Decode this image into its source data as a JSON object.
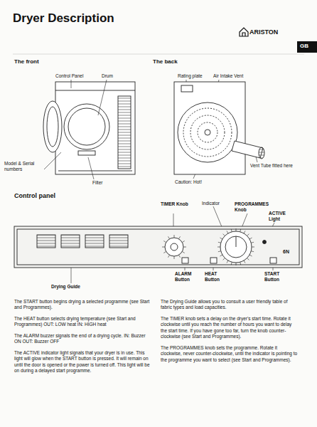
{
  "diagram": {
    "title": "Dryer Description",
    "labels": [
      "ARISTON",
      "GB",
      "The front",
      "The back",
      "Control Panel",
      "Drum",
      "Model & Serial numbers",
      "Filter",
      "Rating plate",
      "Air Intake Vent",
      "Vent Tube fitted here",
      "Caution: Hot!",
      "Control panel",
      "TIMER Knob",
      "Indicator",
      "PROGRAMMES Knob",
      "ACTIVE Light",
      "6N",
      "ALARM Button",
      "HEAT Button",
      "START Button",
      "Drying Guide",
      "The START button begins drying a selected programme (see Start and Programmes).",
      "The HEAT button selects drying temperature (see Start and Programmes) OUT: LOW heat IN: HIGH heat",
      "The ALARM buzzer signals the end of a drying cycle. IN: Buzzer ON OUT: Buzzer OFF",
      "The ACTIVE indicator light signals that your dryer is in use. This light will glow when the START button is pressed. It will remain on until the door is opened or the power is turned off. This light will be on during a delayed start programme.",
      "The Drying Guide allows you to consult a user friendly table of fabric types and load capacities.",
      "The TIMER knob sets a delay on the dryer's start time. Rotate it clockwise until you reach the number of hours you want to delay the start time. If you have gone too far, turn the knob counter-clockwise (see Start and Programmes).",
      "The PROGRAMMES knob sets the programme. Rotate it clockwise, never counter-clockwise, until the indicator is pointing to the programme you want to select (see Start and Programmes)."
    ]
  }
}
